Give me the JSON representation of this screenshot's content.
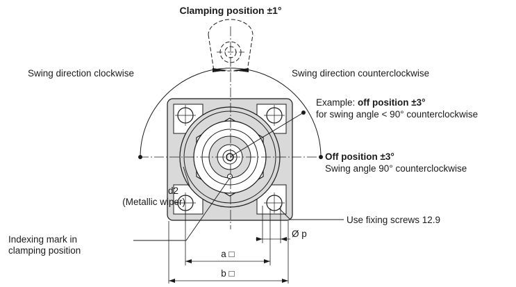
{
  "title": "Clamping position ±1°",
  "swing_cw": "Swing direction clockwise",
  "swing_ccw": "Swing direction counterclockwise",
  "example": {
    "prefix": "Example: ",
    "bold": "off position ±3°",
    "line2": "for swing angle < 90° counterclockwise"
  },
  "off_position": {
    "title": "Off position ±3°",
    "line2": "Swing angle 90° counterclockwise"
  },
  "d2": {
    "line1": "d2",
    "line2": "(Metallic wiper)"
  },
  "indexing": {
    "line1": "Indexing mark in",
    "line2": "clamping position"
  },
  "fixing": "Use fixing screws 12.9",
  "dim_p": "Ø p",
  "dim_a": "a □",
  "dim_b": "b □",
  "colors": {
    "body_fill": "#d9d9d9",
    "line": "#1a1a1a"
  }
}
